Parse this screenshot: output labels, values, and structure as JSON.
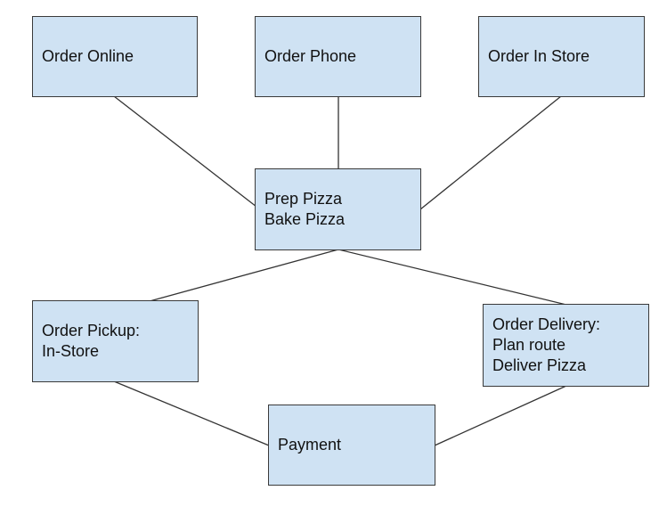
{
  "diagram": {
    "nodes": {
      "order_online": {
        "lines": [
          "Order Online"
        ]
      },
      "order_phone": {
        "lines": [
          "Order Phone"
        ]
      },
      "order_in_store": {
        "lines": [
          "Order In Store"
        ]
      },
      "prep_bake": {
        "lines": [
          "Prep Pizza",
          "Bake Pizza"
        ]
      },
      "order_pickup": {
        "lines": [
          "Order Pickup:",
          "In-Store"
        ]
      },
      "order_delivery": {
        "lines": [
          "Order Delivery:",
          "Plan route",
          "Deliver Pizza"
        ]
      },
      "payment": {
        "lines": [
          "Payment"
        ]
      }
    },
    "edges": [
      [
        "order_online",
        "prep_bake"
      ],
      [
        "order_phone",
        "prep_bake"
      ],
      [
        "order_in_store",
        "prep_bake"
      ],
      [
        "prep_bake",
        "order_pickup"
      ],
      [
        "prep_bake",
        "order_delivery"
      ],
      [
        "order_pickup",
        "payment"
      ],
      [
        "order_delivery",
        "payment"
      ]
    ],
    "colors": {
      "box_fill": "#cfe2f3",
      "box_border": "#3a3a3a",
      "connector": "#333333"
    }
  }
}
